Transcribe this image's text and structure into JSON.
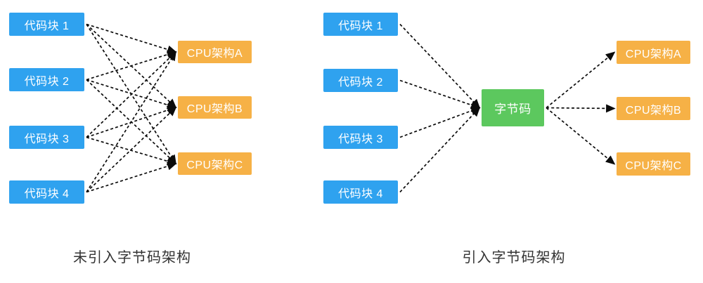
{
  "colors": {
    "code_block_blue": "#2FA2EF",
    "cpu_orange": "#F6B146",
    "bytecode_green": "#5CC85E",
    "arrow_black": "#0B0B0B",
    "caption_gray": "#333333",
    "background": "#FFFFFF"
  },
  "left_diagram": {
    "code_blocks": [
      "代码块 1",
      "代码块 2",
      "代码块 3",
      "代码块 4"
    ],
    "cpu_blocks": [
      "CPU架构A",
      "CPU架构B",
      "CPU架构C"
    ],
    "caption": "未引入字节码架构"
  },
  "right_diagram": {
    "code_blocks": [
      "代码块 1",
      "代码块 2",
      "代码块 3",
      "代码块 4"
    ],
    "bytecode_label": "字节码",
    "cpu_blocks": [
      "CPU架构A",
      "CPU架构B",
      "CPU架构C"
    ],
    "caption": "引入字节码架构"
  },
  "edges": {
    "left": [
      [
        "l-cb1",
        "l-cpuA"
      ],
      [
        "l-cb1",
        "l-cpuB"
      ],
      [
        "l-cb1",
        "l-cpuC"
      ],
      [
        "l-cb2",
        "l-cpuA"
      ],
      [
        "l-cb2",
        "l-cpuB"
      ],
      [
        "l-cb2",
        "l-cpuC"
      ],
      [
        "l-cb3",
        "l-cpuA"
      ],
      [
        "l-cb3",
        "l-cpuB"
      ],
      [
        "l-cb3",
        "l-cpuC"
      ],
      [
        "l-cb4",
        "l-cpuA"
      ],
      [
        "l-cb4",
        "l-cpuB"
      ],
      [
        "l-cb4",
        "l-cpuC"
      ]
    ],
    "right": [
      [
        "r-cb1",
        "r-bc"
      ],
      [
        "r-cb2",
        "r-bc"
      ],
      [
        "r-cb3",
        "r-bc"
      ],
      [
        "r-cb4",
        "r-bc"
      ],
      [
        "r-bc",
        "r-cpuA"
      ],
      [
        "r-bc",
        "r-cpuB"
      ],
      [
        "r-bc",
        "r-cpuC"
      ]
    ]
  }
}
